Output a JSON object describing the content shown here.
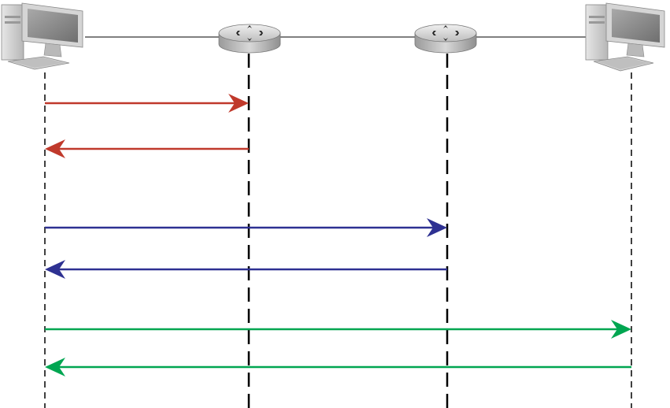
{
  "diagram": {
    "nodes": [
      {
        "id": "source-host",
        "kind": "computer",
        "icon": "desktop-computer-icon"
      },
      {
        "id": "router-1",
        "kind": "router",
        "icon": "router-icon"
      },
      {
        "id": "router-2",
        "kind": "router",
        "icon": "router-icon"
      },
      {
        "id": "destination-host",
        "kind": "computer",
        "icon": "desktop-computer-icon"
      }
    ],
    "links": [
      {
        "from": "source-host",
        "to": "router-1"
      },
      {
        "from": "router-1",
        "to": "router-2"
      },
      {
        "from": "router-2",
        "to": "destination-host"
      }
    ],
    "messages": [
      {
        "from": "source-host",
        "to": "router-1",
        "color": "#c0392b"
      },
      {
        "from": "router-1",
        "to": "source-host",
        "color": "#c0392b"
      },
      {
        "from": "source-host",
        "to": "router-2",
        "color": "#2e3192"
      },
      {
        "from": "router-2",
        "to": "source-host",
        "color": "#2e3192"
      },
      {
        "from": "source-host",
        "to": "destination-host",
        "color": "#00a651"
      },
      {
        "from": "destination-host",
        "to": "source-host",
        "color": "#00a651"
      }
    ],
    "colors": {
      "lifeline": "#000000",
      "link": "#000000",
      "router_body": "#b5b5b5",
      "computer_body": "#c8c8c8",
      "screen": "#8a8a8a"
    }
  }
}
